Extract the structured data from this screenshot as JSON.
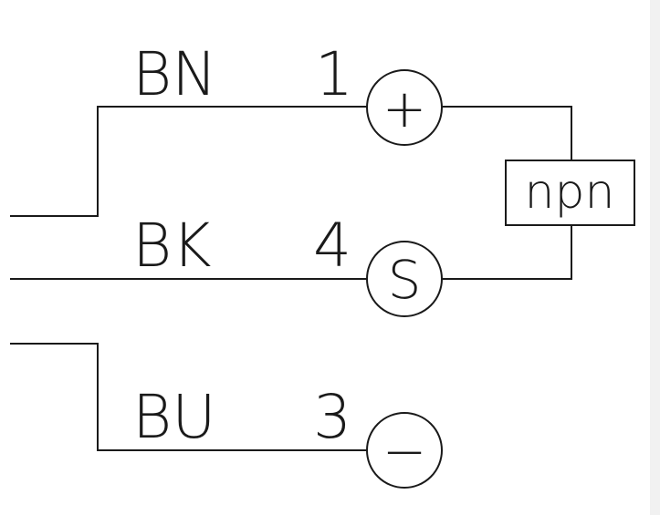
{
  "wires": [
    {
      "color_code": "BN",
      "pin": "1",
      "symbol": "+"
    },
    {
      "color_code": "BK",
      "pin": "4",
      "symbol": "S"
    },
    {
      "color_code": "BU",
      "pin": "3",
      "symbol": "−"
    }
  ],
  "output_type": "npn",
  "colors": {
    "line": "#1a1a1a",
    "background": "#ffffff"
  }
}
